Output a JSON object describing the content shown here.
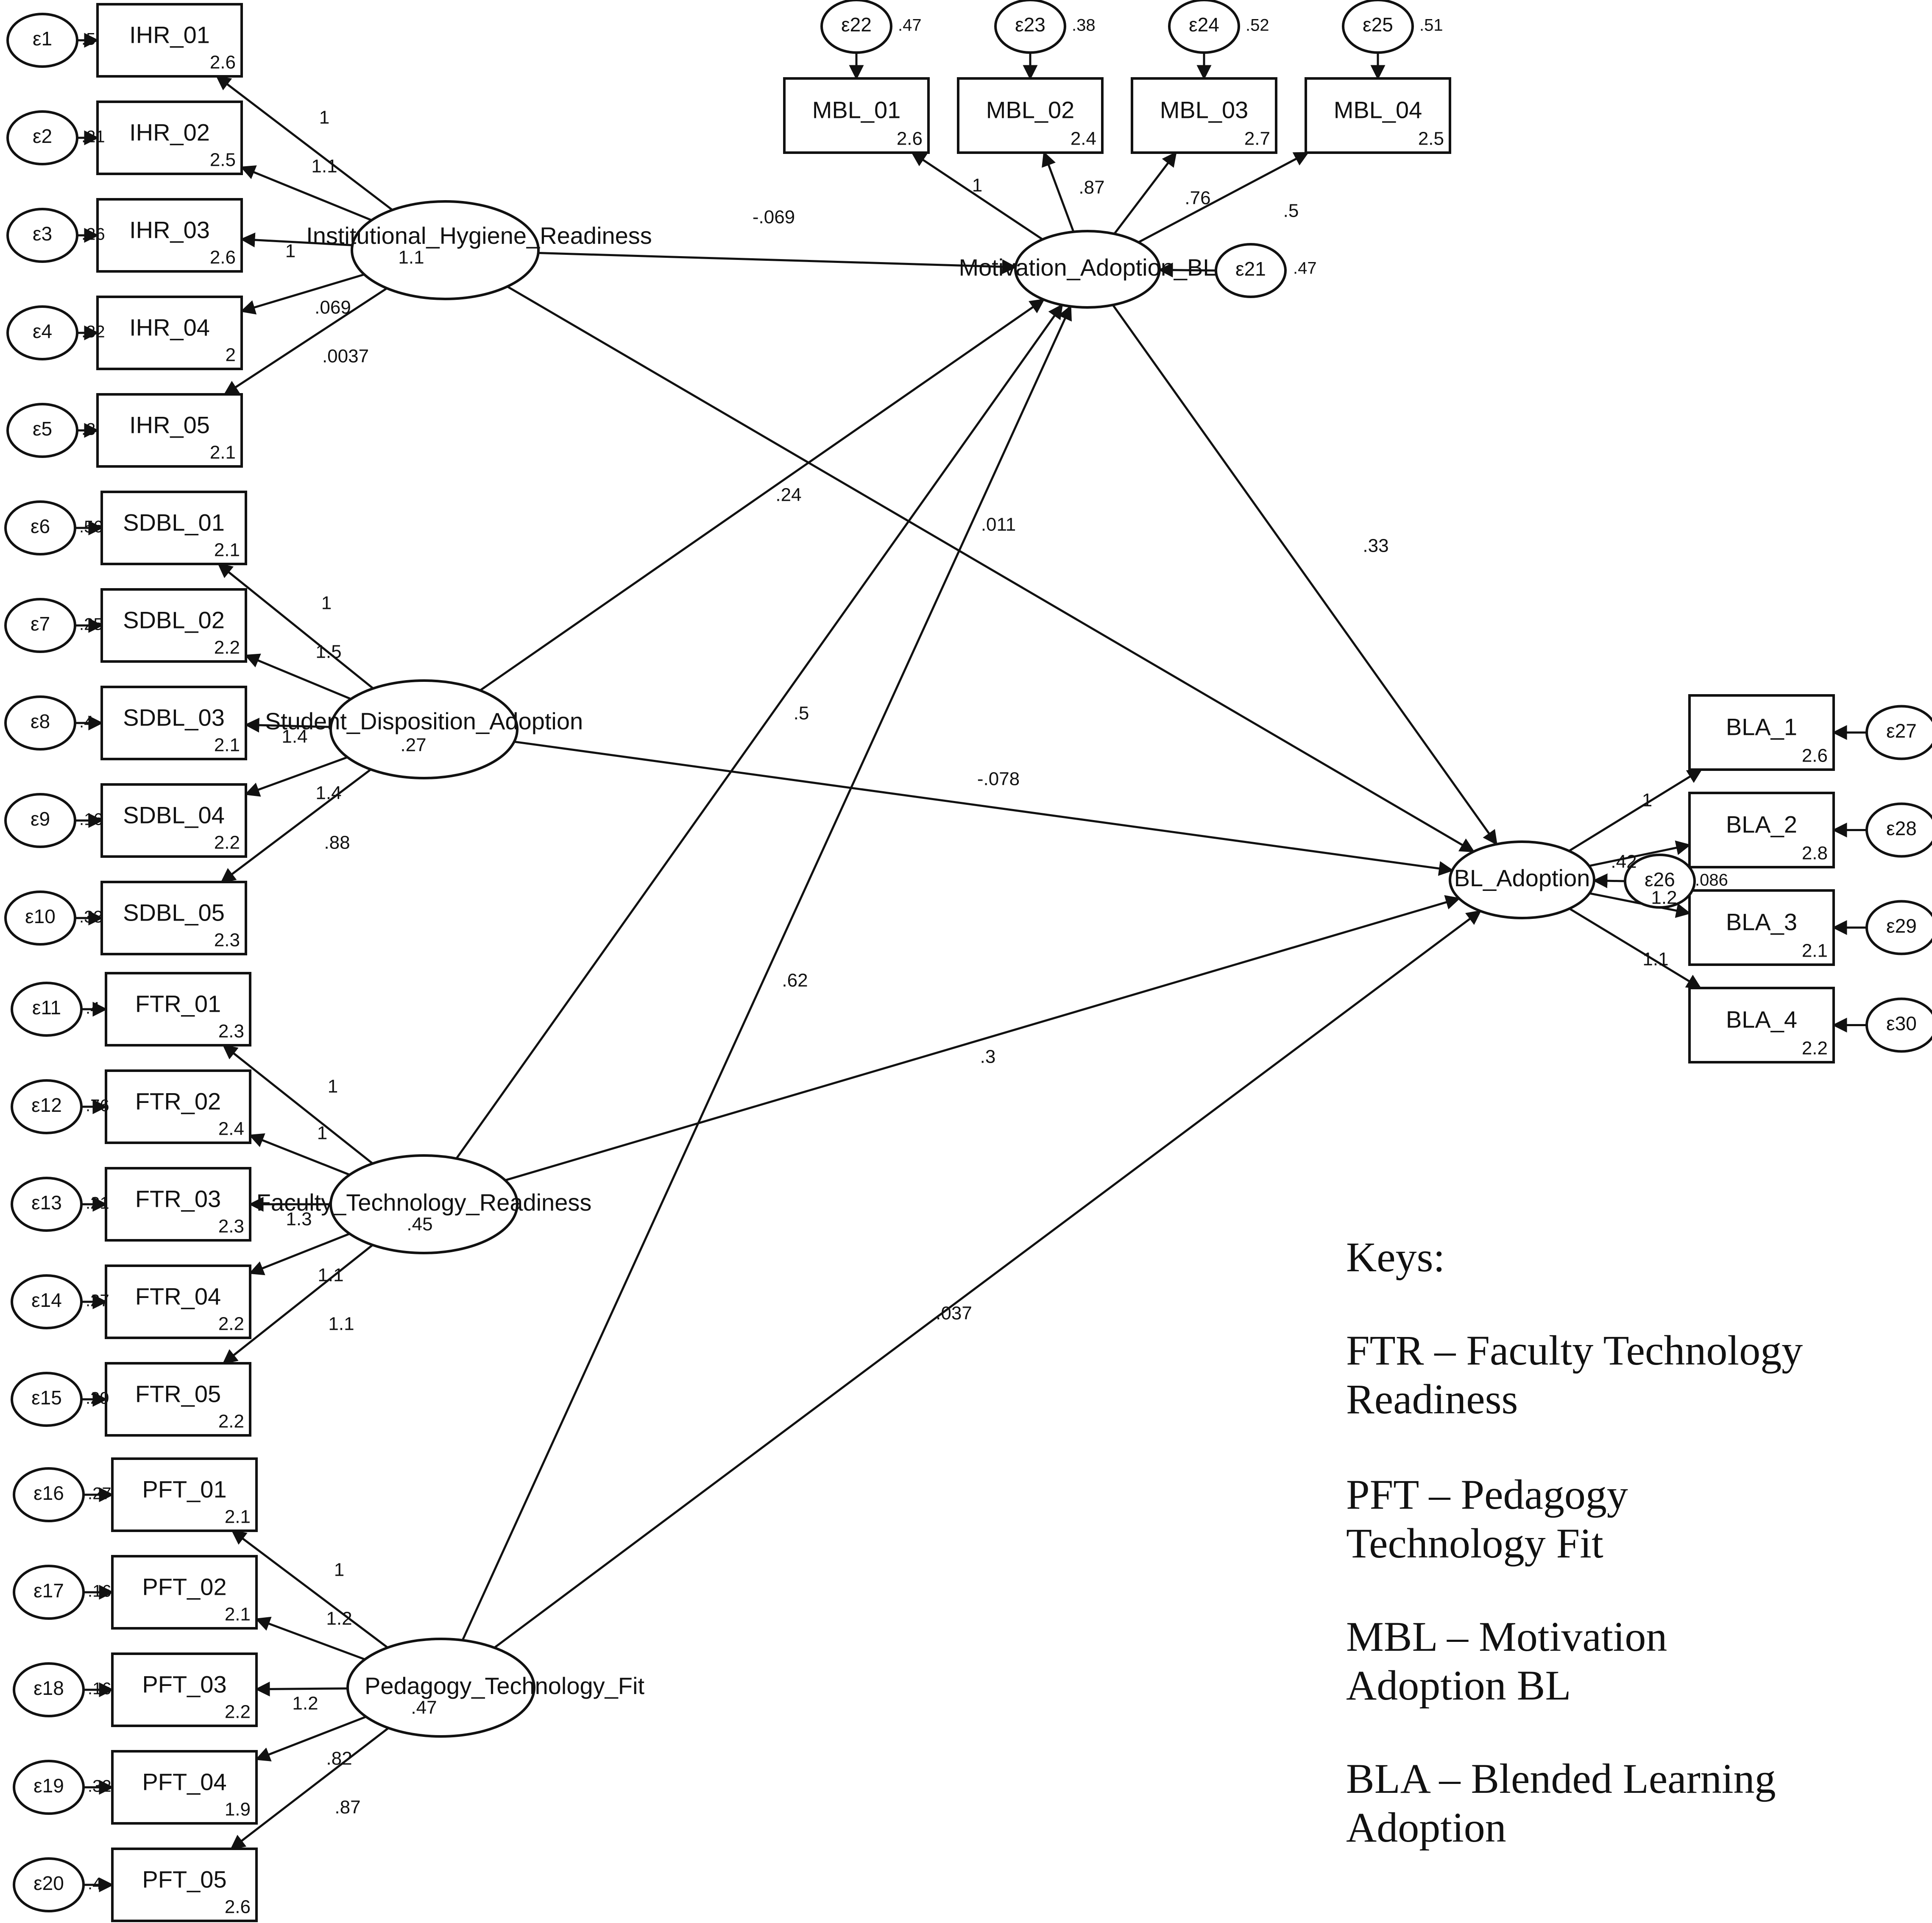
{
  "latents": [
    {
      "id": "IHR",
      "name": "Institutional_Hygiene_Readiness",
      "intercept": "1.1"
    },
    {
      "id": "SDA",
      "name": "Student_Disposition_Adoption",
      "intercept": ".27"
    },
    {
      "id": "FTR",
      "name": "Faculty_Technology_Readiness",
      "intercept": ".45"
    },
    {
      "id": "PFT",
      "name": "Pedagogy_Technology_Fit",
      "intercept": ".47"
    },
    {
      "id": "MAB",
      "name": "Motivation_Adoption_BL",
      "intercept": ""
    },
    {
      "id": "BLA",
      "name": "BL_Adoption",
      "intercept": ""
    }
  ],
  "indicators": [
    {
      "name": "IHR_01",
      "intercept": "2.6",
      "error": "ε1",
      "err_var": ".5",
      "loading": "1"
    },
    {
      "name": "IHR_02",
      "intercept": "2.5",
      "error": "ε2",
      "err_var": ".21",
      "loading": "1.1"
    },
    {
      "name": "IHR_03",
      "intercept": "2.6",
      "error": "ε3",
      "err_var": ".26",
      "loading": "1"
    },
    {
      "name": "IHR_04",
      "intercept": "2",
      "error": "ε4",
      "err_var": ".32",
      "loading": ".069"
    },
    {
      "name": "IHR_05",
      "intercept": "2.1",
      "error": "ε5",
      "err_var": ".3",
      "loading": ".0037"
    },
    {
      "name": "SDBL_01",
      "intercept": "2.1",
      "error": "ε6",
      "err_var": ".56",
      "loading": "1"
    },
    {
      "name": "SDBL_02",
      "intercept": "2.2",
      "error": "ε7",
      "err_var": ".25",
      "loading": "1.5"
    },
    {
      "name": "SDBL_03",
      "intercept": "2.1",
      "error": "ε8",
      "err_var": ".4",
      "loading": "1.4"
    },
    {
      "name": "SDBL_04",
      "intercept": "2.2",
      "error": "ε9",
      "err_var": ".16",
      "loading": "1.4"
    },
    {
      "name": "SDBL_05",
      "intercept": "2.3",
      "error": "ε10",
      "err_var": ".33",
      "loading": ".88"
    },
    {
      "name": "FTR_01",
      "intercept": "2.3",
      "error": "ε11",
      "err_var": ".4",
      "loading": "1"
    },
    {
      "name": "FTR_02",
      "intercept": "2.4",
      "error": "ε12",
      "err_var": ".76",
      "loading": "1"
    },
    {
      "name": "FTR_03",
      "intercept": "2.3",
      "error": "ε13",
      "err_var": ".21",
      "loading": "1.3"
    },
    {
      "name": "FTR_04",
      "intercept": "2.2",
      "error": "ε14",
      "err_var": ".27",
      "loading": "1.1"
    },
    {
      "name": "FTR_05",
      "intercept": "2.2",
      "error": "ε15",
      "err_var": ".29",
      "loading": "1.1"
    },
    {
      "name": "PFT_01",
      "intercept": "2.1",
      "error": "ε16",
      "err_var": ".27",
      "loading": "1"
    },
    {
      "name": "PFT_02",
      "intercept": "2.1",
      "error": "ε17",
      "err_var": ".16",
      "loading": "1.2"
    },
    {
      "name": "PFT_03",
      "intercept": "2.2",
      "error": "ε18",
      "err_var": ".16",
      "loading": "1.2"
    },
    {
      "name": "PFT_04",
      "intercept": "1.9",
      "error": "ε19",
      "err_var": ".32",
      "loading": ".82"
    },
    {
      "name": "PFT_05",
      "intercept": "2.6",
      "error": "ε20",
      "err_var": ".4",
      "loading": ".87"
    },
    {
      "name": "MBL_01",
      "intercept": "2.6",
      "error": "ε22",
      "err_var": ".47",
      "loading": "1"
    },
    {
      "name": "MBL_02",
      "intercept": "2.4",
      "error": "ε23",
      "err_var": ".38",
      "loading": ".87"
    },
    {
      "name": "MBL_03",
      "intercept": "2.7",
      "error": "ε24",
      "err_var": ".52",
      "loading": ".76"
    },
    {
      "name": "MBL_04",
      "intercept": "2.5",
      "error": "ε25",
      "err_var": ".51",
      "loading": ".5"
    },
    {
      "name": "BLA_1",
      "intercept": "2.6",
      "error": "ε27",
      "err_var": "",
      "loading": "1"
    },
    {
      "name": "BLA_2",
      "intercept": "2.8",
      "error": "ε28",
      "err_var": "",
      "loading": ".42"
    },
    {
      "name": "BLA_3",
      "intercept": "2.1",
      "error": "ε29",
      "err_var": "",
      "loading": "1.2"
    },
    {
      "name": "BLA_4",
      "intercept": "2.2",
      "error": "ε30",
      "err_var": "",
      "loading": "1.1"
    }
  ],
  "structural_errors": [
    {
      "name": "ε21",
      "variance": ".47"
    },
    {
      "name": "ε26",
      "variance": ".086"
    }
  ],
  "paths": [
    {
      "from": "Institutional_Hygiene_Readiness",
      "to": "Motivation_Adoption_BL",
      "coef": "-.069"
    },
    {
      "from": "Institutional_Hygiene_Readiness",
      "to": "BL_Adoption",
      "coef": ".011"
    },
    {
      "from": "Student_Disposition_Adoption",
      "to": "Motivation_Adoption_BL",
      "coef": ".24"
    },
    {
      "from": "Student_Disposition_Adoption",
      "to": "BL_Adoption",
      "coef": "-.078"
    },
    {
      "from": "Faculty_Technology_Readiness",
      "to": "Motivation_Adoption_BL",
      "coef": ".5"
    },
    {
      "from": "Faculty_Technology_Readiness",
      "to": "BL_Adoption",
      "coef": ".3"
    },
    {
      "from": "Pedagogy_Technology_Fit",
      "to": "Motivation_Adoption_BL",
      "coef": ".62"
    },
    {
      "from": "Pedagogy_Technology_Fit",
      "to": "BL_Adoption",
      "coef": ".037"
    },
    {
      "from": "Motivation_Adoption_BL",
      "to": "BL_Adoption",
      "coef": ".33"
    }
  ],
  "keys": {
    "title": "Keys:",
    "lines": [
      "FTR – Faculty Technology",
      "Readiness",
      "PFT – Pedagogy",
      "Technology Fit",
      "MBL – Motivation",
      "Adoption BL",
      "BLA – Blended Learning",
      "Adoption"
    ]
  }
}
